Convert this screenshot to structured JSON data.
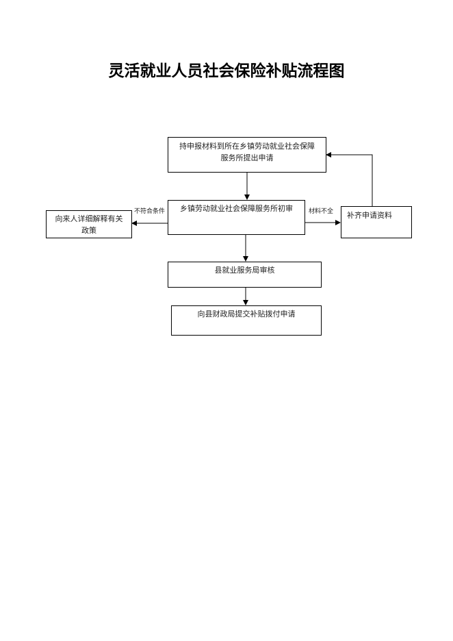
{
  "title": "灵活就业人员社会保险补贴流程图",
  "nodes": {
    "submit": [
      "持申报材料到所在乡镇劳动就业社会保障",
      "服务所提出申请"
    ],
    "initial_review": "乡镇劳动就业社会保障服务所初审",
    "explain": [
      "向来人详细解释有关",
      "政策"
    ],
    "supplement": "补齐申请资料",
    "county_review": "县就业服务局审核",
    "finance": "向县财政局提交补贴拨付申请"
  },
  "edges": {
    "not_eligible": "不符合条件",
    "incomplete": "材料不全"
  }
}
